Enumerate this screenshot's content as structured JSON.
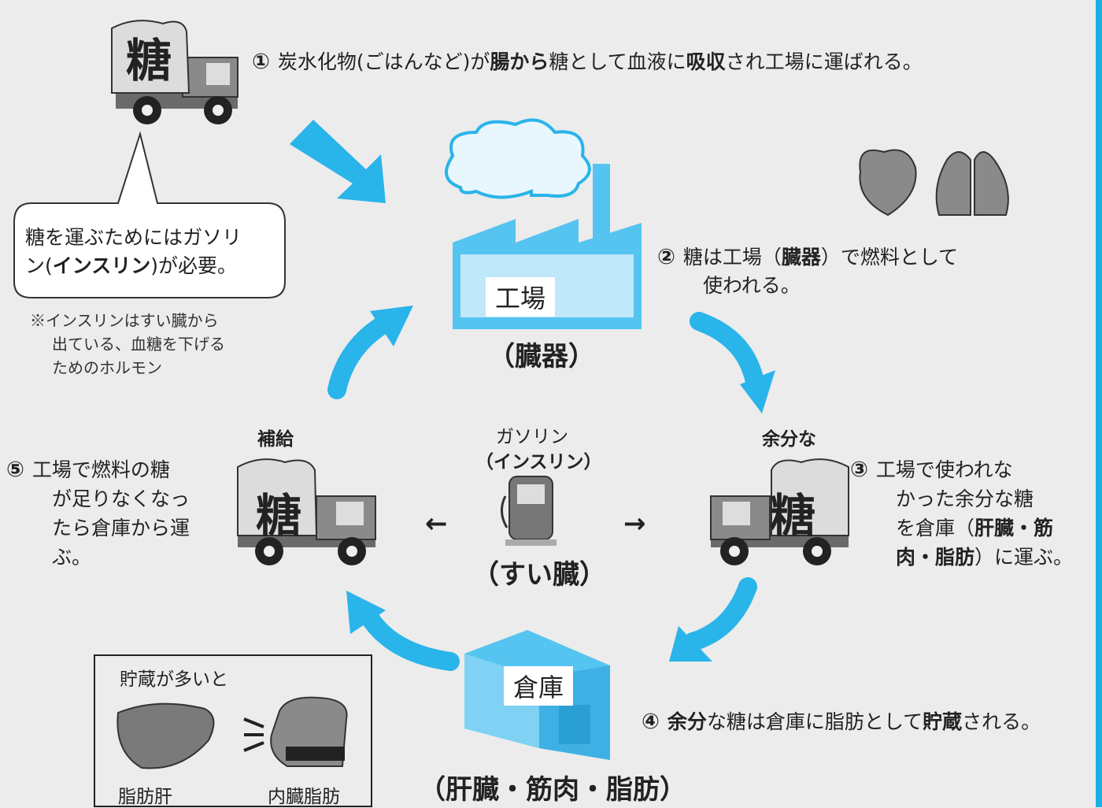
{
  "steps": {
    "s1": {
      "num": "①",
      "a": "炭水化物(ごはんなど)が",
      "b": "腸から",
      "c": "糖として血液に",
      "d": "吸収",
      "e": "され工場に運ばれる。"
    },
    "s2": {
      "num": "②",
      "line1a": "糖は工場（",
      "line1b": "臓器",
      "line1c": "）で燃料として",
      "line2": "使われる。"
    },
    "s3": {
      "num": "③",
      "line1": "工場で使われな",
      "line2": "かった余分な糖",
      "line3a": "を倉庫（",
      "line3b": "肝臓・筋",
      "line4a": "肉・脂肪",
      "line4b": "）に運ぶ。"
    },
    "s4": {
      "num": "④",
      "a": "余分",
      "b": "な糖は倉庫に脂肪として",
      "c": "貯蔵",
      "d": "される。"
    },
    "s5": {
      "num": "⑤",
      "line1": "工場で燃料の糖",
      "line2": "が足りなくなっ",
      "line3": "たら倉庫から運",
      "line4": "ぶ。"
    }
  },
  "truck_label": "糖",
  "factory": {
    "label": "工場",
    "caption": "（臓器）"
  },
  "warehouse": {
    "label": "倉庫",
    "caption": "（肝臓・筋肉・脂肪）"
  },
  "bubble": {
    "line1": "糖を運ぶためにはガソリ",
    "line2a": "ン(",
    "line2b": "インスリン",
    "line2c": ")が必要。"
  },
  "note": {
    "line1": "※インスリンはすい臓から",
    "line2": "出ている、血糖を下げる",
    "line3": "ためのホルモン"
  },
  "supply": "補給",
  "surplus": "余分な",
  "pump": {
    "top": "ガソリン",
    "name": "（インスリン）",
    "caption": "（すい臓）"
  },
  "arrows": {
    "left": "←",
    "right": "→"
  },
  "storage_box": {
    "title": "貯蔵が多いと",
    "left": "脂肪肝",
    "right": "内臓脂肪"
  },
  "colors": {
    "accent": "#29b4ea",
    "factory": "#56c4f0",
    "truck": "#6a6a6a"
  }
}
